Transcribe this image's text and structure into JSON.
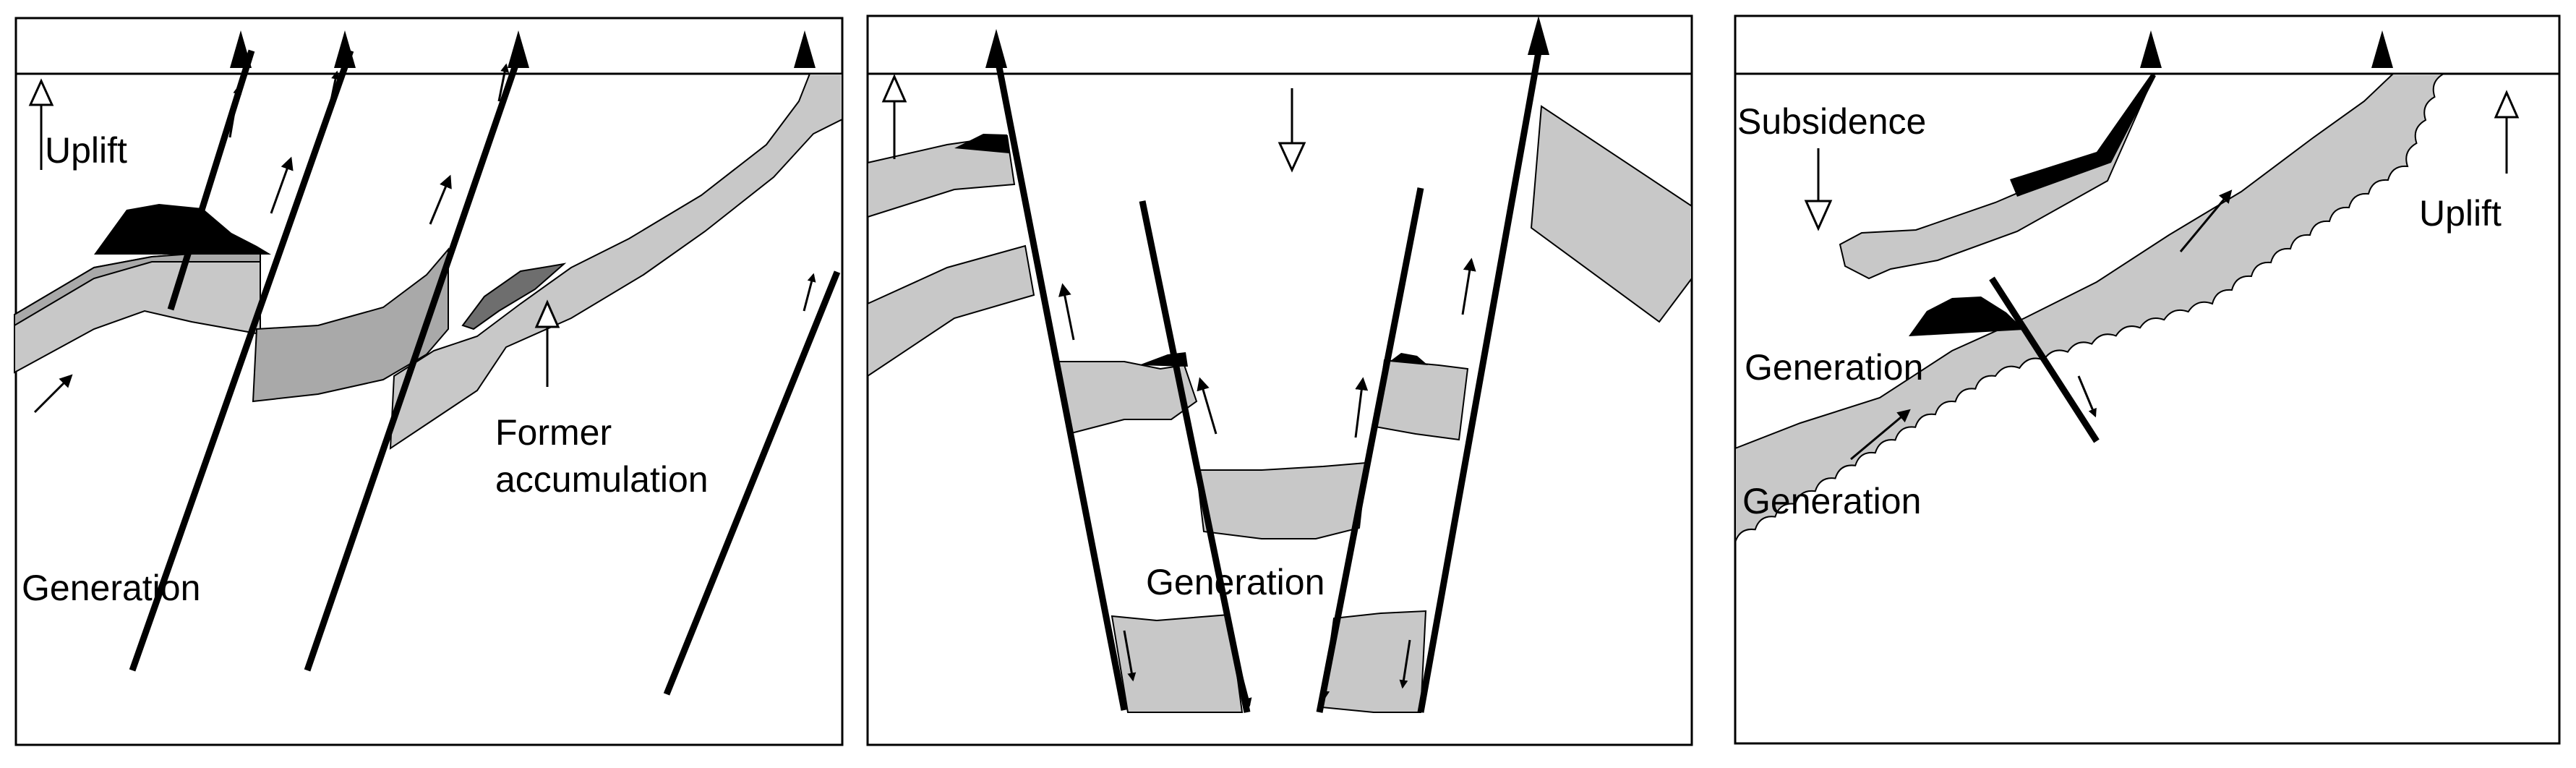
{
  "colors": {
    "background": "#ffffff",
    "bed_light": "#c8c8c8",
    "bed_medium": "#a9a9a9",
    "bed_dark": "#6e6e6e",
    "hydrocarbon": "#000000",
    "line": "#000000"
  },
  "panels": [
    {
      "name": "left-panel",
      "labels": {
        "uplift": "Uplift",
        "former_accumulation_1": "Former",
        "former_accumulation_2": "accumulation",
        "generation": "Generation"
      }
    },
    {
      "name": "middle-panel",
      "labels": {
        "generation": "Generation"
      }
    },
    {
      "name": "right-panel",
      "labels": {
        "subsidence": "Subsidence",
        "uplift": "Uplift",
        "generation_upper": "Generation",
        "generation_lower": "Generation"
      }
    }
  ]
}
